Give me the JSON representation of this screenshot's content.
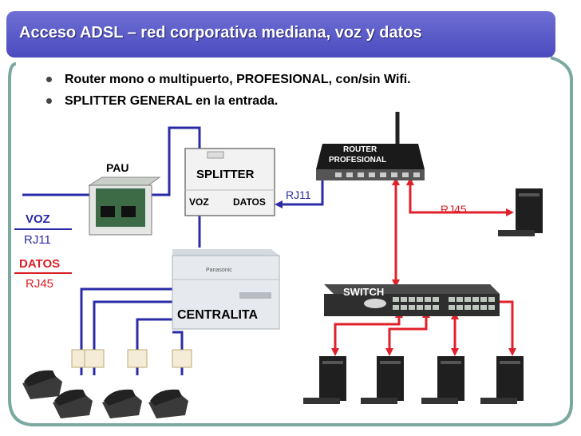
{
  "title": "Acceso ADSL – red corporativa mediana, voz y datos",
  "bullets": [
    "Router mono o multipuerto, PROFESIONAL, con/sin Wifi.",
    "SPLITTER GENERAL en la entrada."
  ],
  "labels": {
    "pau": "PAU",
    "splitter": "SPLITTER",
    "voz_port": "VOZ",
    "datos_port": "DATOS",
    "rj11_router": "RJ11",
    "router_line1": "ROUTER",
    "router_line2": "PROFESIONAL",
    "rj45_pc": "RJ45",
    "switch": "SWITCH",
    "centralita": "CENTRALITA",
    "centralita_brand": "Panasonic",
    "legend_voz": "VOZ",
    "legend_rj11": "RJ11",
    "legend_datos": "DATOS",
    "legend_rj45": "RJ45"
  },
  "colors": {
    "title_bg": "#5555c8",
    "voice_line": "#2b2ba8",
    "data_line": "#e0202a",
    "frame": "#7aa9a0",
    "legend_voz": "#2b2ba8",
    "legend_datos": "#d81f26"
  },
  "icons": [
    "pau-box-icon",
    "splitter-device-icon",
    "router-icon",
    "antenna-icon",
    "switch-icon",
    "pbx-icon",
    "phone-icon",
    "computer-icon",
    "wall-socket-icon",
    "clip-art-icon"
  ]
}
